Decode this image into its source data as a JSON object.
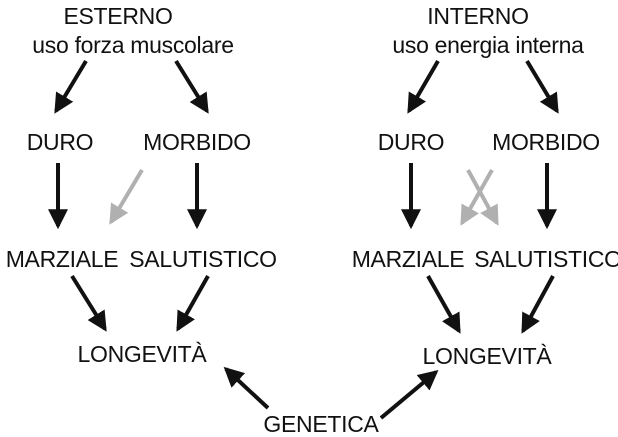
{
  "left": {
    "title": "ESTERNO",
    "subtitle": "uso forza muscolare",
    "duro": "DURO",
    "morbido": "MORBIDO",
    "marziale": "MARZIALE",
    "salutistico": "SALUTISTICO",
    "longevita": "LONGEVITÀ"
  },
  "right": {
    "title": "INTERNO",
    "subtitle": "uso energia interna",
    "duro": "DURO",
    "morbido": "MORBIDO",
    "marziale": "MARZIALE",
    "salutistico": "SALUTISTICO",
    "longevita": "LONGEVITÀ"
  },
  "bottom": {
    "genetica": "GENETICA"
  },
  "colors": {
    "arrow_main": "#111111",
    "arrow_alt": "#b0b0b0",
    "text": "#111111"
  }
}
